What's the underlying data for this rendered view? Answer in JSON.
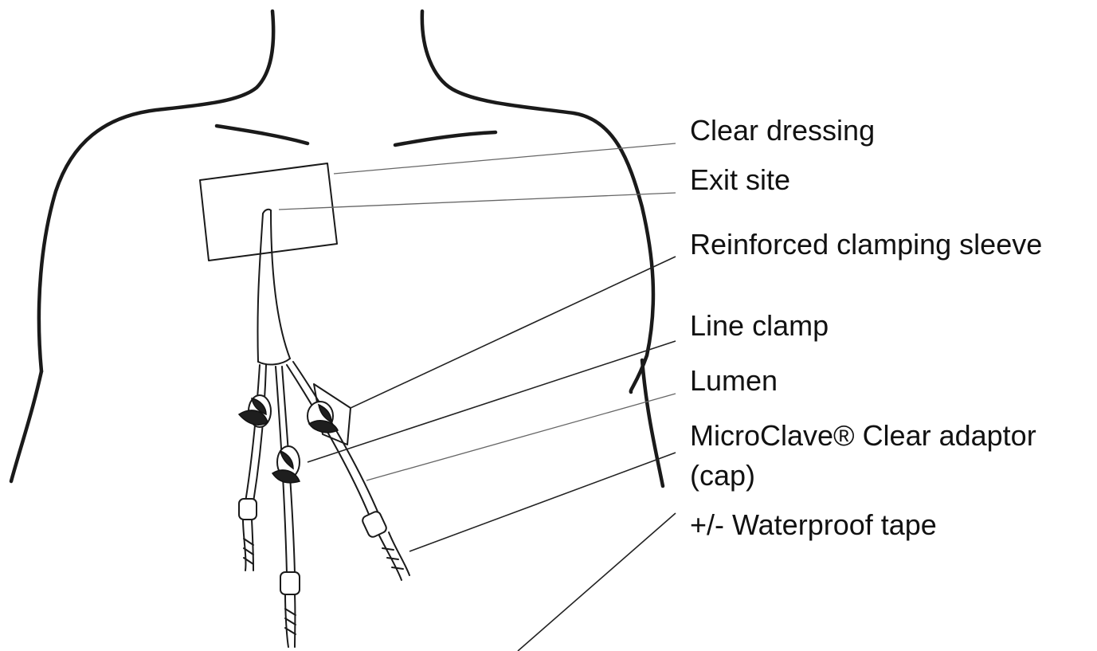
{
  "labels": {
    "clear_dressing": "Clear dressing",
    "exit_site": "Exit site",
    "reinforced_clamping_sleeve": "Reinforced clamping sleeve",
    "line_clamp": "Line clamp",
    "lumen": "Lumen",
    "adaptor_line1": "MicroClave® Clear adaptor",
    "adaptor_line2": "(cap)",
    "waterproof_tape": "+/- Waterproof tape"
  },
  "colors": {
    "ink": "#1a1a1a",
    "background": "#ffffff"
  }
}
